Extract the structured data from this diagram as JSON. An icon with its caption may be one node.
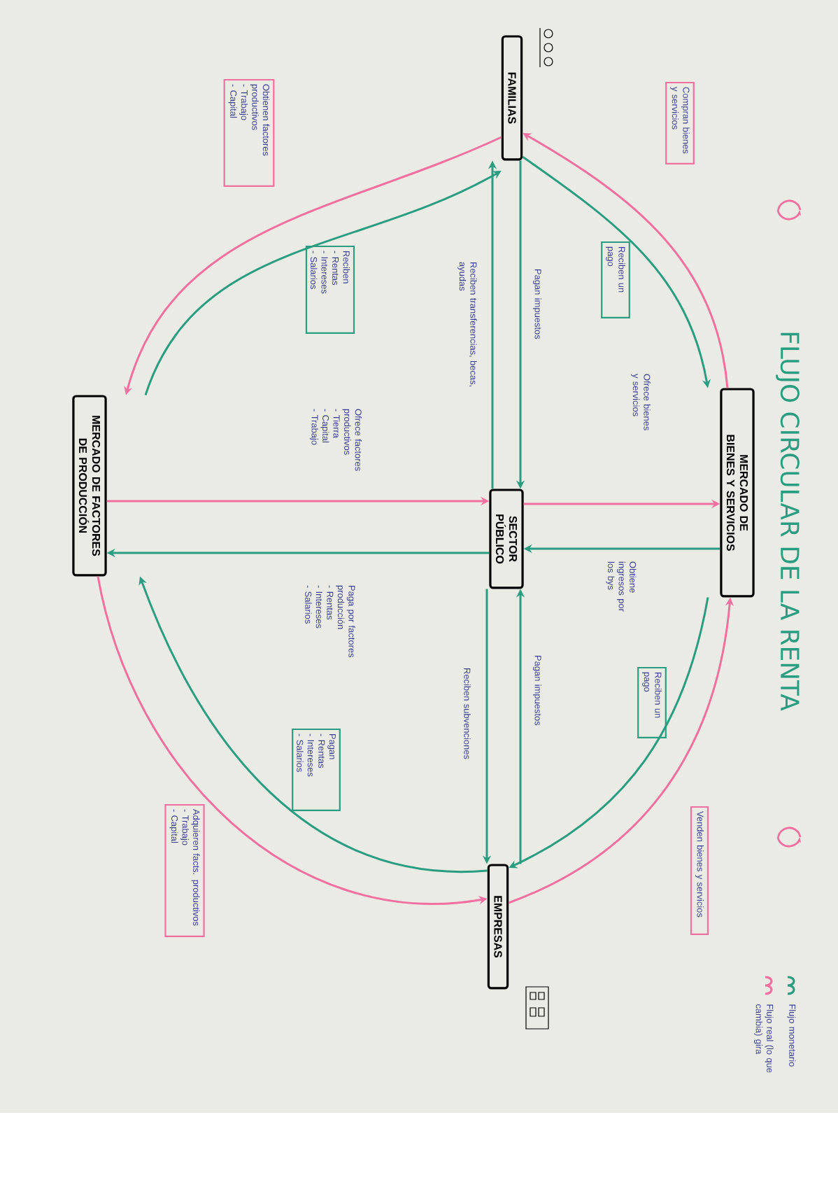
{
  "diagram": {
    "title": "FLUJO CIRCULAR DE LA RENTA",
    "nodes": [
      {
        "text": [
          "FAMILIAS"
        ]
      },
      {
        "text": [
          "MERCADO DE BIENES Y SERVICIOS"
        ]
      },
      {
        "text": [
          "SECTOR PÚBLICO"
        ]
      },
      {
        "text": [
          "MERCADO DE FACTORES DE PRODUCCIÓN"
        ]
      },
      {
        "text": [
          "EMPRESAS"
        ]
      },
      {
        "text": [
          "Compran bienes y servicios"
        ]
      },
      {
        "text": [
          "Reciben un pago"
        ]
      },
      {
        "text": [
          "Obtienen factores productivos",
          "- Trabajo",
          "- Capital"
        ]
      },
      {
        "text": [
          "Reciben",
          "- Rentas",
          "- Intereses",
          "- Salarios"
        ]
      },
      {
        "text": [
          "Reciben un pago"
        ]
      },
      {
        "text": [
          "Venden bienes y servicios"
        ]
      },
      {
        "text": [
          "Adquieren facts. productivos",
          "- Trabajo",
          "- Capital"
        ]
      },
      {
        "text": [
          "Pagan",
          "- Rentas",
          "- Intereses",
          "- Salarios"
        ]
      }
    ],
    "edges": [
      {
        "from": 1,
        "to": 0,
        "arrow": "to",
        "color": "#f2709f"
      },
      {
        "from": 0,
        "to": 1,
        "arrow": "to",
        "color": "#2a9d80"
      },
      {
        "from": 0,
        "to": 3,
        "arrow": "to",
        "color": "#f2709f"
      },
      {
        "from": 3,
        "to": 0,
        "arrow": "to",
        "color": "#2a9d80"
      },
      {
        "from": 0,
        "to": 2,
        "arrow": "to",
        "color": "#2a9d80"
      },
      {
        "from": 2,
        "to": 0,
        "arrow": "to",
        "color": "#2a9d80"
      },
      {
        "from": 3,
        "to": 2,
        "arrow": "to",
        "color": "#f2709f"
      },
      {
        "from": 2,
        "to": 3,
        "arrow": "to",
        "color": "#2a9d80"
      },
      {
        "from": 2,
        "to": 1,
        "arrow": "to",
        "color": "#f2709f"
      },
      {
        "from": 1,
        "to": 2,
        "arrow": "to",
        "color": "#2a9d80"
      },
      {
        "from": 2,
        "to": 4,
        "arrow": "to",
        "color": "#2a9d80"
      },
      {
        "from": 4,
        "to": 2,
        "arrow": "to",
        "color": "#2a9d80"
      },
      {
        "from": 3,
        "to": 4,
        "arrow": "to",
        "color": "#f2709f"
      },
      {
        "from": 4,
        "to": 3,
        "arrow": "to",
        "color": "#2a9d80"
      },
      {
        "from": 4,
        "to": 1,
        "arrow": "to",
        "color": "#f2709f"
      },
      {
        "from": 1,
        "to": 4,
        "arrow": "to",
        "color": "#2a9d80"
      }
    ],
    "labels": [
      "Pagan impuestos",
      "Reciben transferencias, becas, ayudas",
      "Ofrece bienes y servicios",
      "Obtiene ingresos por los bys",
      "Ofrece factores productivos",
      "- Tierra",
      "- Capital",
      "- Trabajo",
      "Paga por factores producción",
      "- Rentas",
      "- Intereses",
      "- Salarios",
      "Pagan impuestos",
      "Reciben subvenciones"
    ],
    "legend": [
      {
        "text": "Flujo monetario",
        "color": "#2a9d80"
      },
      {
        "text": "Flujo real (lo que cambia) gira",
        "color": "#f2709f"
      }
    ]
  }
}
